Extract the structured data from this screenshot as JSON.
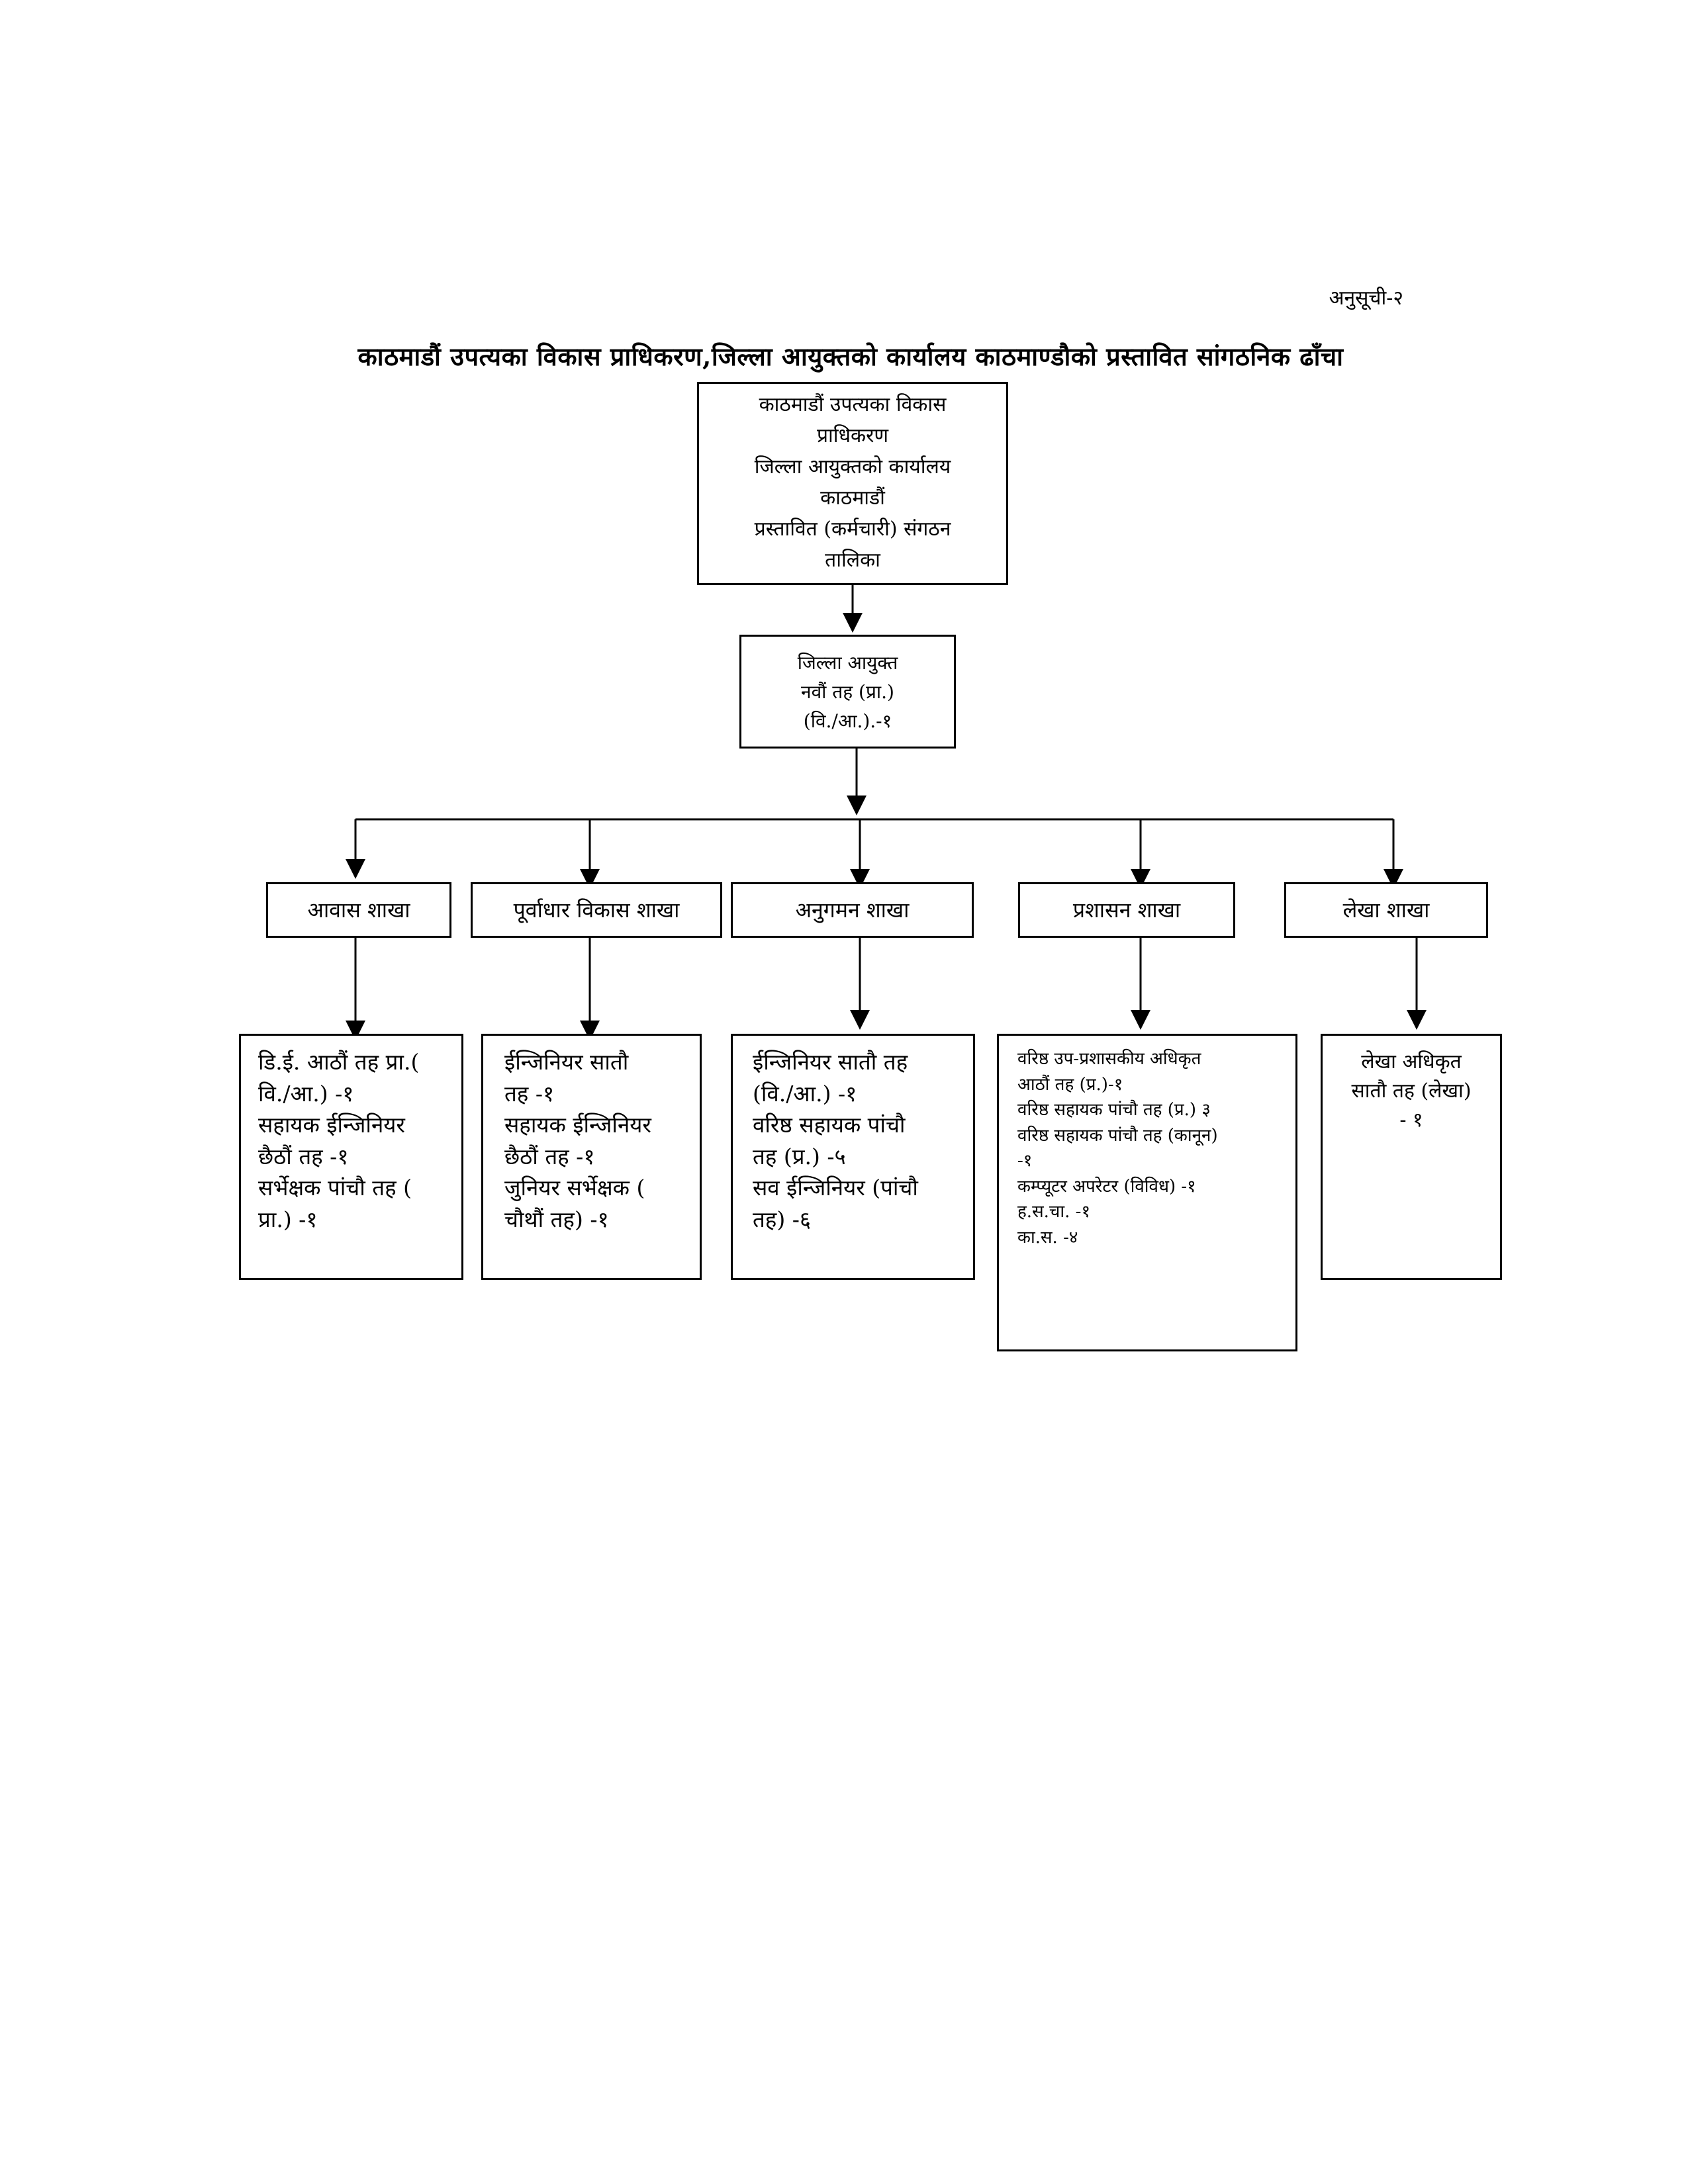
{
  "annex_label": "अनुसूची-२",
  "title": "काठमाडौं उपत्यका विकास प्राधिकरण,जिल्ला आयुक्तको कार्यालय काठमाण्डौको प्रस्तावित सांगठनिक ढाँचा",
  "org_head": {
    "lines": [
      "काठमाडौं उपत्यका विकास",
      "प्राधिकरण",
      "जिल्ला आयुक्तको कार्यालय",
      "काठमाडौं",
      "प्रस्तावित (कर्मचारी) संगठन",
      "तालिका"
    ]
  },
  "chief": {
    "lines": [
      "जिल्ला आयुक्त",
      "नवौं तह (प्रा.)",
      "(वि./आ.).-१"
    ]
  },
  "branches": [
    {
      "label": "आवास शाखा",
      "staff": [
        "डि.ई. आठौं तह प्रा.(",
        "वि./आ.) -१",
        "सहायक ईन्जिनियर",
        "छैठौं तह -१",
        "सर्भेक्षक पांचौ तह (",
        "प्रा.) -१"
      ]
    },
    {
      "label": "पूर्वाधार विकास  शाखा",
      "staff": [
        "ईन्जिनियर सातौ",
        "तह -१",
        "सहायक ईन्जिनियर",
        "छैठौं तह -१",
        "जुनियर सर्भेक्षक (",
        "चौथौं तह) -१"
      ]
    },
    {
      "label": "अनुगमन शाखा",
      "staff": [
        "ईन्जिनियर सातौ तह",
        "(वि./आ.) -१",
        "वरिष्ठ सहायक पांचौ",
        "तह (प्र.) -५",
        "सव ईन्जिनियर (पांचौ",
        "तह) -६"
      ]
    },
    {
      "label": "प्रशासन शाखा",
      "staff": [
        "वरिष्ठ उप-प्रशासकीय अधिकृत",
        "आठौं तह (प्र.)-१",
        "वरिष्ठ सहायक पांचौ तह (प्र.) ३",
        "वरिष्ठ सहायक पांचौ तह (कानून)",
        "-१",
        "कम्प्यूटर अपरेटर (विविध) -१",
        "ह.स.चा. -१",
        "का.स. -४"
      ]
    },
    {
      "label": "लेखा शाखा",
      "staff": [
        "लेखा अधिकृत",
        "सातौ तह (लेखा)",
        "- १"
      ]
    }
  ]
}
